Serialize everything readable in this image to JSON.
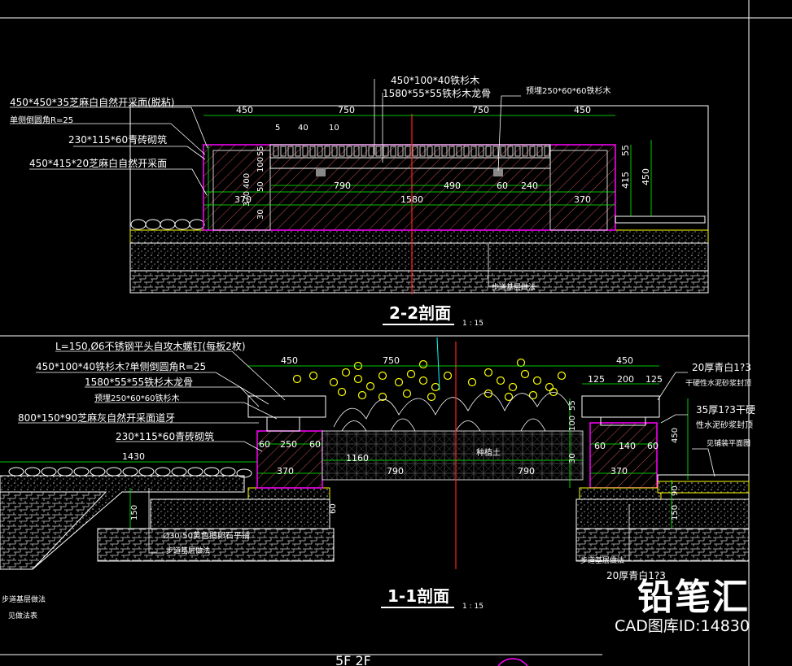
{
  "section2": {
    "title": "2-2剖面",
    "scale": "1 : 15",
    "labels_left": [
      "450*450*35芝麻白自然开采面(脱粘)",
      "单侧倒圆角R=25",
      "230*115*60青砖砌筑",
      "450*415*20芝麻白自然开采面"
    ],
    "labels_top": [
      "450*100*40铁杉木",
      "1580*55*55铁杉木龙骨",
      "预埋250*60*60铁杉木"
    ],
    "dims_top": [
      "450",
      "750",
      "750",
      "450"
    ],
    "dims_small": [
      "5",
      "40",
      "10"
    ],
    "dims_inner": [
      "790",
      "490",
      "60",
      "240"
    ],
    "dims_bottom": [
      "370",
      "1580",
      "370"
    ],
    "dims_right": [
      "55",
      "415",
      "450"
    ],
    "dims_left_v": [
      "55",
      "100",
      "400",
      "370",
      "50",
      "30"
    ],
    "base_note": "步道基层做法"
  },
  "section1": {
    "title": "1-1剖面",
    "scale": "1 : 15",
    "labels_left": [
      "L=150,Ø6不锈钢平头自攻木螺钉(每板2枚)",
      "450*100*40铁杉木?单侧倒圆角R=25",
      "1580*55*55铁杉木龙骨",
      "预埋250*60*60铁杉木",
      "800*150*90芝麻灰自然开采面道牙",
      "230*115*60青砖砌筑"
    ],
    "labels_right": [
      "20厚青白1?3",
      "干硬性水泥砂浆封顶",
      "35厚1?3干硬",
      "性水泥砂浆封顶",
      "见铺装平面图"
    ],
    "dims_top": [
      "450",
      "750",
      "450"
    ],
    "dims_right_top": [
      "125",
      "200",
      "125"
    ],
    "dims_mid": [
      "60",
      "250",
      "60",
      "60",
      "140",
      "60"
    ],
    "dims_bottom": [
      "1430",
      "1160",
      "790",
      "790",
      "370",
      "370"
    ],
    "dims_v": [
      "55",
      "100",
      "450",
      "30",
      "90",
      "150",
      "60",
      "150"
    ],
    "soil_label": "种植土",
    "gravel_note": "Ø30-50黄色鹅卵石平铺",
    "base_note_left": "步道基层做法",
    "base_note_right": "步道基层做法",
    "base_note_far_left": "步道基层做法",
    "see_note": "见做法表",
    "right_bottom_note": "20厚青白1?3"
  },
  "footer_text": "5F    2F",
  "watermark": {
    "brand": "铅笔汇",
    "id_label": "CAD图库ID:14830"
  },
  "colors": {
    "bg": "#000000",
    "line": "#ffffff",
    "text": "#ffffff",
    "dim": "#00ff00",
    "magenta": "#ff00ff",
    "yellow": "#ffff00",
    "red": "#ff2020",
    "cyan": "#00ffff",
    "green": "#00c000"
  }
}
